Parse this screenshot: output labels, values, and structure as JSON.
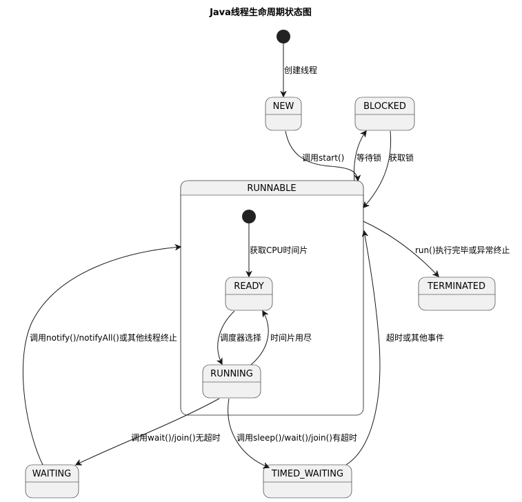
{
  "title": "Java线程生命周期状态图",
  "states": {
    "new": "NEW",
    "blocked": "BLOCKED",
    "runnable": "RUNNABLE",
    "ready": "READY",
    "running": "RUNNING",
    "terminated": "TERMINATED",
    "waiting": "WAITING",
    "timed_waiting": "TIMED_WAITING"
  },
  "transitions": {
    "create": "创建线程",
    "start": "调用start()",
    "wait_lock": "等待锁",
    "acquire_lock": "获取锁",
    "get_cpu": "获取CPU时间片",
    "schedule": "调度器选择",
    "time_slice_up": "时间片用尽",
    "finish": "run()执行完毕或异常终止",
    "notify": "调用notify()/notifyAll()或其他线程终止",
    "timeout": "超时或其他事件",
    "wait_no_timeout": "调用wait()/join()无超时",
    "wait_with_timeout": "调用sleep()/wait()/join()有超时"
  }
}
